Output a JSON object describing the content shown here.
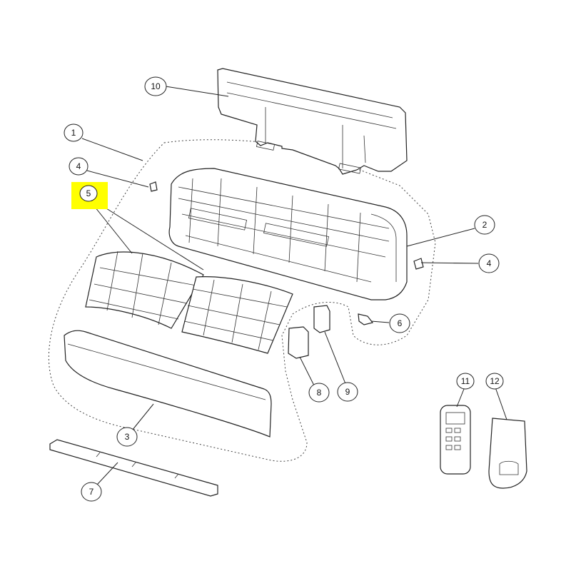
{
  "callouts": {
    "c1": "1",
    "c2": "2",
    "c3": "3",
    "c4a": "4",
    "c4b": "4",
    "c5": "5",
    "c6": "6",
    "c7": "7",
    "c8": "8",
    "c9": "9",
    "c10": "10",
    "c11": "11",
    "c12": "12"
  },
  "colors": {
    "highlight": "#ffff00",
    "line": "#222222"
  }
}
